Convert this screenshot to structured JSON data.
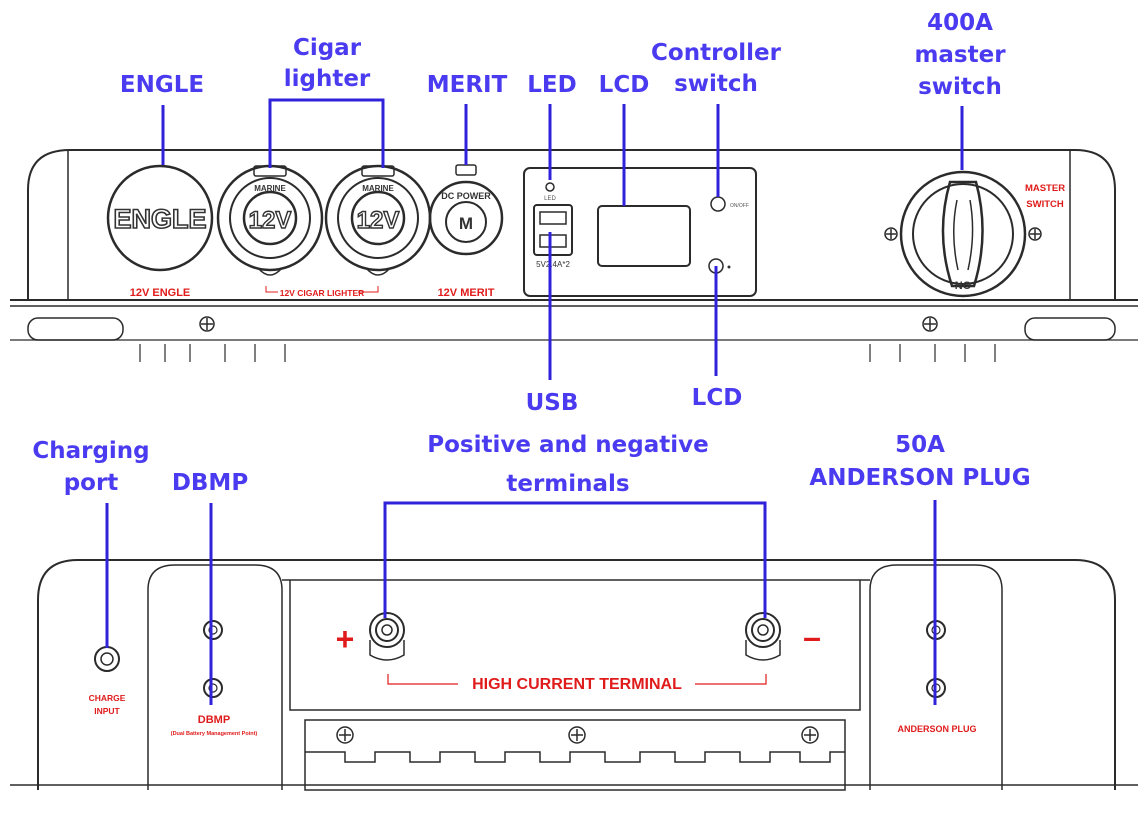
{
  "top_view": {
    "callouts": {
      "engle": "ENGLE",
      "cigar_line1": "Cigar",
      "cigar_line2": "lighter",
      "merit": "MERIT",
      "led": "LED",
      "lcd_top": "LCD",
      "controller_line1": "Controller",
      "controller_line2": "switch",
      "master_line1": "400A",
      "master_line2": "master",
      "master_line3": "switch",
      "usb": "USB",
      "lcd_bottom": "LCD"
    },
    "panel_labels": {
      "engle_face": "ENGLE",
      "engle_caption": "12V ENGLE",
      "socket_text": "MARINE",
      "socket_voltage": "12V",
      "cigar_caption": "12V CIGAR LIGHTER",
      "merit_ring": "DC POWER",
      "merit_letter": "M",
      "merit_caption": "12V MERIT",
      "usb_caption": "5V2.4A*2",
      "led_tiny": "LED",
      "controller_tiny": "ON/OFF",
      "master_line1": "MASTER",
      "master_line2": "SWITCH",
      "master_no": "NO"
    }
  },
  "bottom_view": {
    "callouts": {
      "charging_line1": "Charging",
      "charging_line2": "port",
      "dbmp": "DBMP",
      "terminals_line1": "Positive and negative",
      "terminals_line2": "terminals",
      "anderson_line1": "50A",
      "anderson_line2": "ANDERSON PLUG"
    },
    "panel_labels": {
      "charge_line1": "CHARGE",
      "charge_line2": "INPUT",
      "dbmp": "DBMP",
      "dbmp_sub": "(Dual Battery Management Point)",
      "plus": "+",
      "minus": "–",
      "high_current": "HIGH CURRENT TERMINAL",
      "anderson": "ANDERSON PLUG"
    }
  },
  "colors": {
    "callout_text": "#4a3bf0",
    "callout_line": "#2f22d8",
    "panel_label": "#e01b1b",
    "outline": "#2b2b2b"
  }
}
